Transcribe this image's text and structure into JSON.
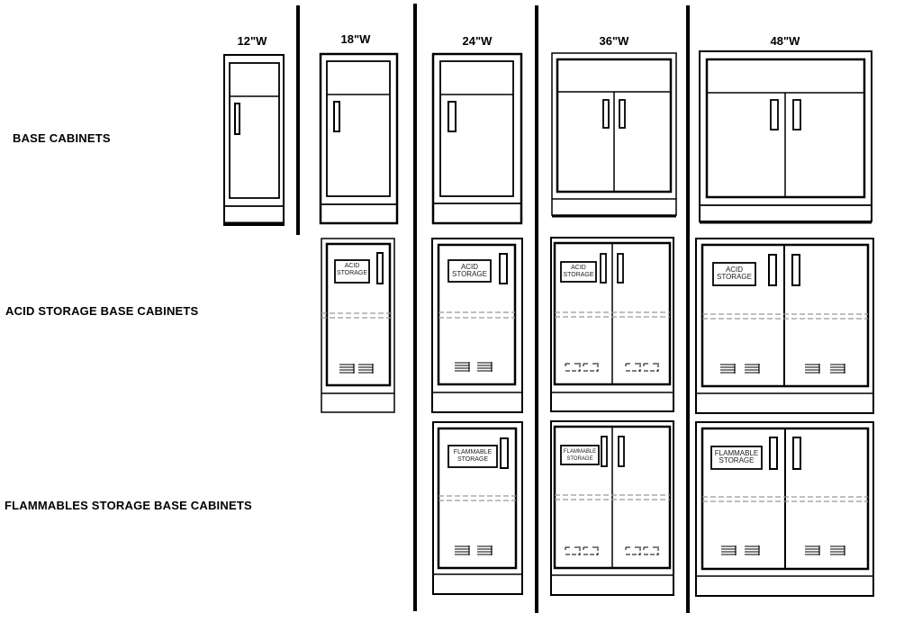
{
  "rows": {
    "base": "BASE CABINETS",
    "acid": "ACID STORAGE BASE CABINETS",
    "flammable": "FLAMMABLES STORAGE BASE CABINETS"
  },
  "columns": [
    "12\"W",
    "18\"W",
    "24\"W",
    "36\"W",
    "48\"W"
  ],
  "tags": {
    "acid_line1": "ACID",
    "acid_line2": "STORAGE",
    "flam_line1": "FLAMMABLE",
    "flam_line2": "STORAGE"
  },
  "cabinets": [
    {
      "row": "base",
      "width": "12\"W",
      "doors": 1
    },
    {
      "row": "base",
      "width": "18\"W",
      "doors": 1
    },
    {
      "row": "base",
      "width": "24\"W",
      "doors": 1
    },
    {
      "row": "base",
      "width": "36\"W",
      "doors": 2
    },
    {
      "row": "base",
      "width": "48\"W",
      "doors": 2
    },
    {
      "row": "acid",
      "width": "18\"W",
      "doors": 1
    },
    {
      "row": "acid",
      "width": "24\"W",
      "doors": 1
    },
    {
      "row": "acid",
      "width": "36\"W",
      "doors": 2
    },
    {
      "row": "acid",
      "width": "48\"W",
      "doors": 2
    },
    {
      "row": "flammable",
      "width": "24\"W",
      "doors": 1
    },
    {
      "row": "flammable",
      "width": "36\"W",
      "doors": 2
    },
    {
      "row": "flammable",
      "width": "48\"W",
      "doors": 2
    }
  ],
  "colors": {
    "line": "#000000",
    "dashed": "#999999",
    "background": "#ffffff"
  }
}
